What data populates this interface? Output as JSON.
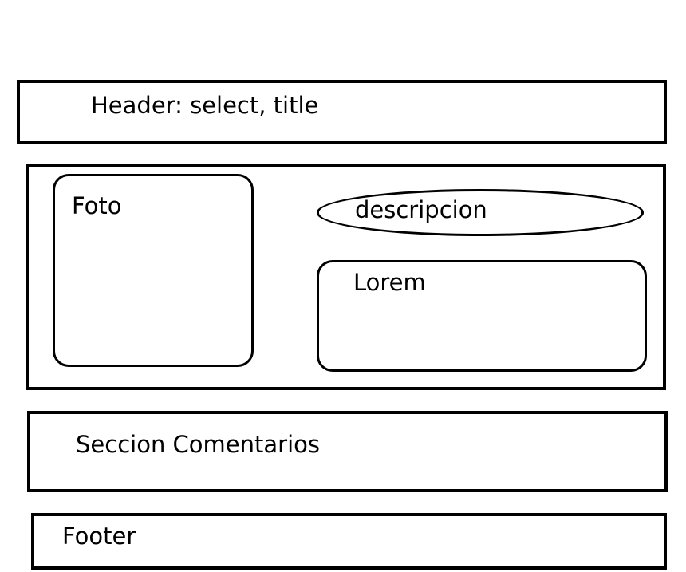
{
  "header": {
    "label": "Header: select, title"
  },
  "main": {
    "foto": {
      "label": "Foto"
    },
    "descripcion": {
      "label": "descripcion"
    },
    "lorem": {
      "label": "Lorem"
    }
  },
  "comments": {
    "label": "Seccion Comentarios"
  },
  "footer": {
    "label": "Footer"
  }
}
